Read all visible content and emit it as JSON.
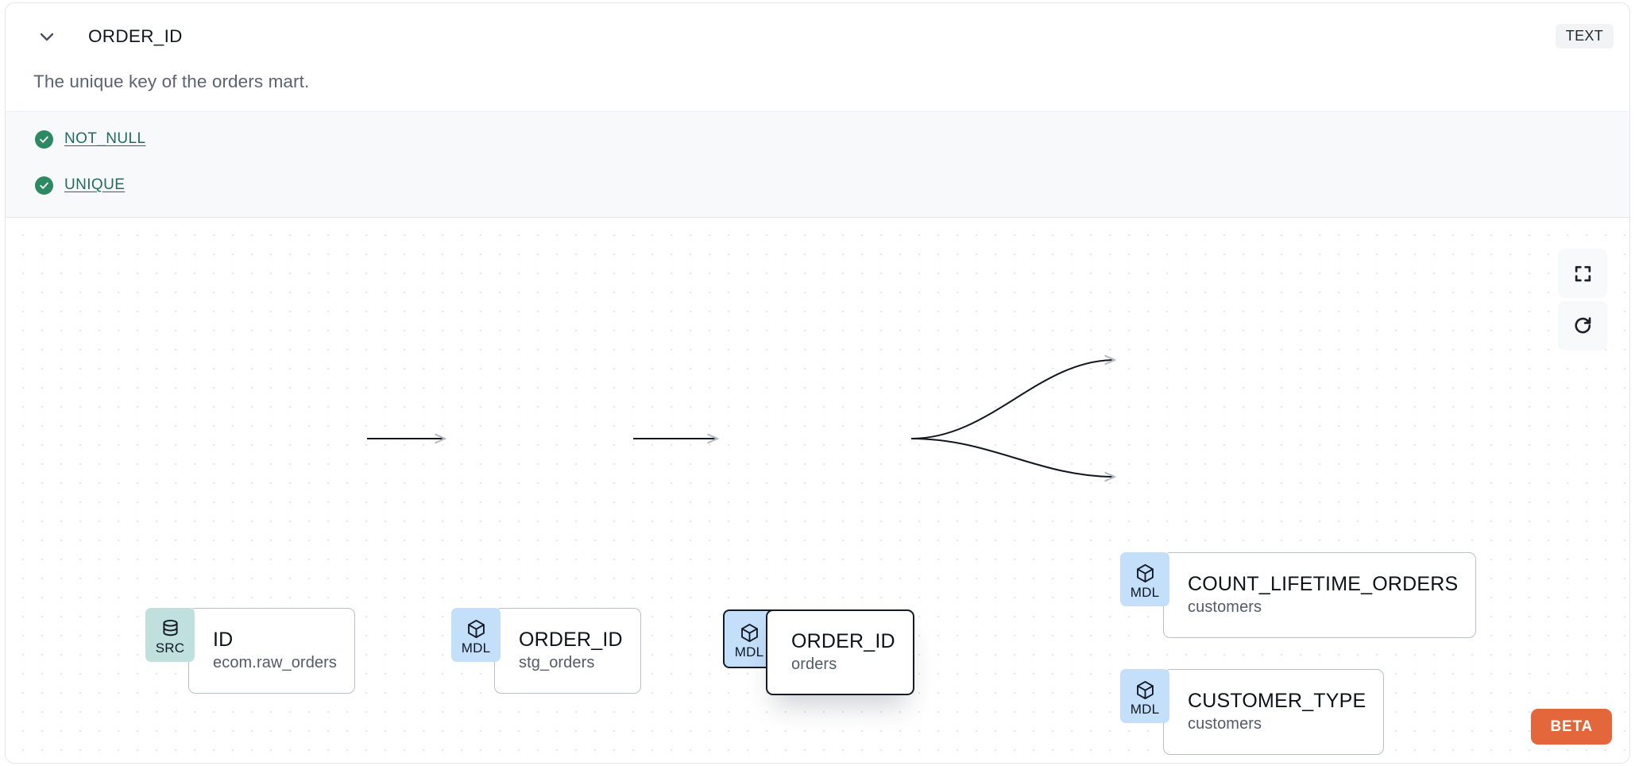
{
  "header": {
    "chevron_icon": "chevron-down-icon",
    "column_name": "ORDER_ID",
    "type_badge": "TEXT"
  },
  "description": "The unique key of the orders mart.",
  "tests": {
    "items": [
      {
        "status_icon": "check-circle-icon",
        "label": "NOT_NULL",
        "status": "pass"
      },
      {
        "status_icon": "check-circle-icon",
        "label": "UNIQUE",
        "status": "pass"
      }
    ]
  },
  "lineage": {
    "nodes": [
      {
        "id": "src",
        "badge": "SRC",
        "badge_icon": "database-icon",
        "name": "ID",
        "source": "ecom.raw_orders",
        "selected": false
      },
      {
        "id": "stg",
        "badge": "MDL",
        "badge_icon": "cube-icon",
        "name": "ORDER_ID",
        "source": "stg_orders",
        "selected": false
      },
      {
        "id": "orders",
        "badge": "MDL",
        "badge_icon": "cube-icon",
        "name": "ORDER_ID",
        "source": "orders",
        "selected": true
      },
      {
        "id": "count",
        "badge": "MDL",
        "badge_icon": "cube-icon",
        "name": "COUNT_LIFETIME_ORDERS",
        "source": "customers",
        "selected": false
      },
      {
        "id": "custtype",
        "badge": "MDL",
        "badge_icon": "cube-icon",
        "name": "CUSTOMER_TYPE",
        "source": "customers",
        "selected": false
      }
    ],
    "controls": [
      {
        "name": "fit-view",
        "icon": "fullscreen-icon"
      },
      {
        "name": "reset",
        "icon": "refresh-icon"
      }
    ],
    "beta_label": "BETA"
  },
  "colors": {
    "src_badge": "#bfe0dd",
    "mdl_badge": "#c3dffa",
    "test_pass": "#2c8a62",
    "test_link": "#216b63",
    "beta": "#e4673b",
    "selected_border": "#141a26"
  }
}
